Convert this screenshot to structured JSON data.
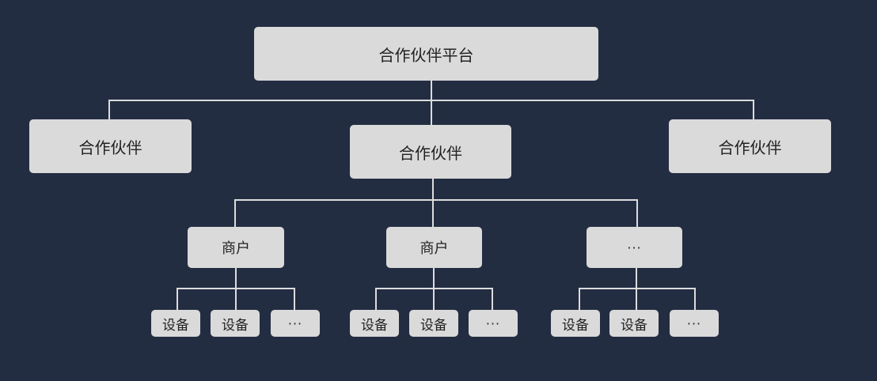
{
  "root": {
    "label": "合作伙伴平台"
  },
  "partners": [
    {
      "label": "合作伙伴"
    },
    {
      "label": "合作伙伴"
    },
    {
      "label": "合作伙伴"
    }
  ],
  "merchants": [
    {
      "label": "商户",
      "children": [
        {
          "label": "设备"
        },
        {
          "label": "设备"
        },
        {
          "label": "···"
        }
      ]
    },
    {
      "label": "商户",
      "children": [
        {
          "label": "设备"
        },
        {
          "label": "设备"
        },
        {
          "label": "···"
        }
      ]
    },
    {
      "label": "···",
      "children": [
        {
          "label": "设备"
        },
        {
          "label": "设备"
        },
        {
          "label": "···"
        }
      ]
    }
  ]
}
